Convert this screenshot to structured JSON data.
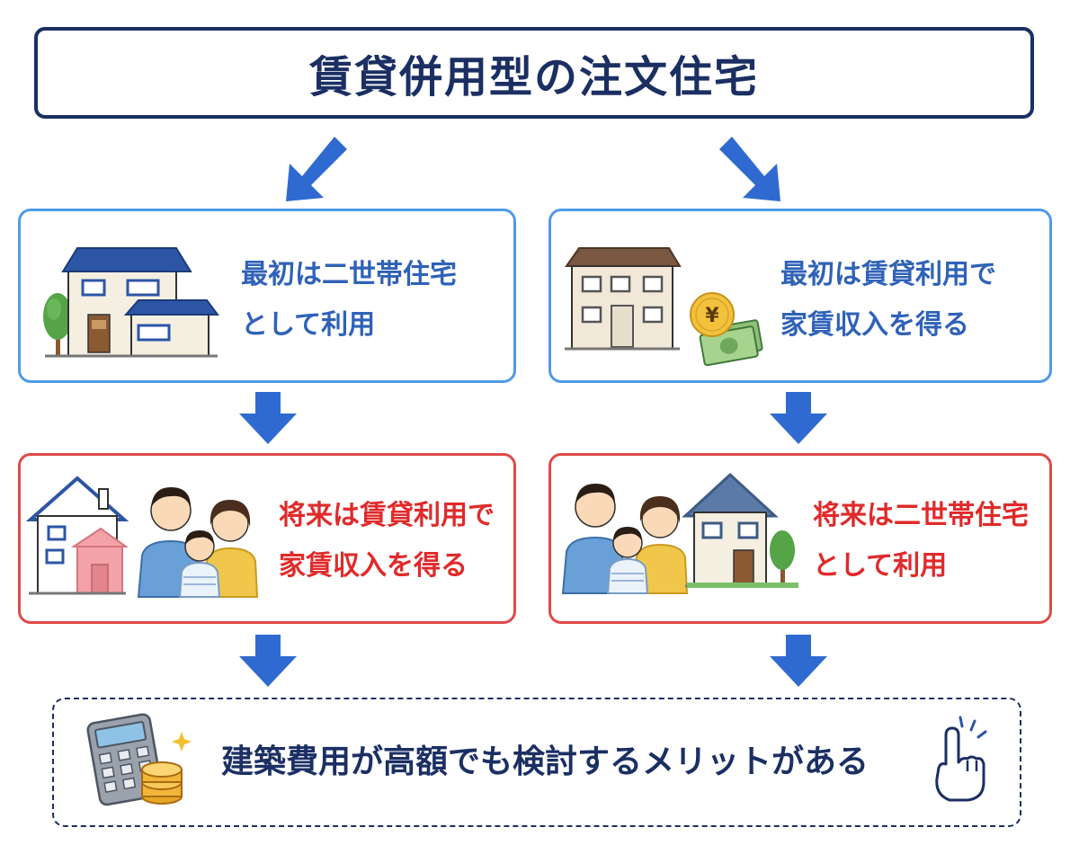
{
  "title": "賃貸併用型の注文住宅",
  "left": {
    "top_card": {
      "line1": "最初は二世帯住宅",
      "line2": "として利用"
    },
    "bottom_card": {
      "line1": "将来は賃貸利用で",
      "line2": "家賃収入を得る"
    }
  },
  "right": {
    "top_card": {
      "line1": "最初は賃貸利用で",
      "line2": "家賃収入を得る"
    },
    "bottom_card": {
      "line1": "将来は二世帯住宅",
      "line2": "として利用"
    },
    "yen_symbol": "¥"
  },
  "conclusion": "建築費用が高額でも検討するメリットがある",
  "colors": {
    "navy": "#1b2f63",
    "arrow_blue": "#2f6ad0",
    "card_blue_border": "#4f9ae6",
    "card_red_border": "#e04a4a",
    "text_blue": "#2f62b8",
    "text_red": "#e02a2a"
  }
}
